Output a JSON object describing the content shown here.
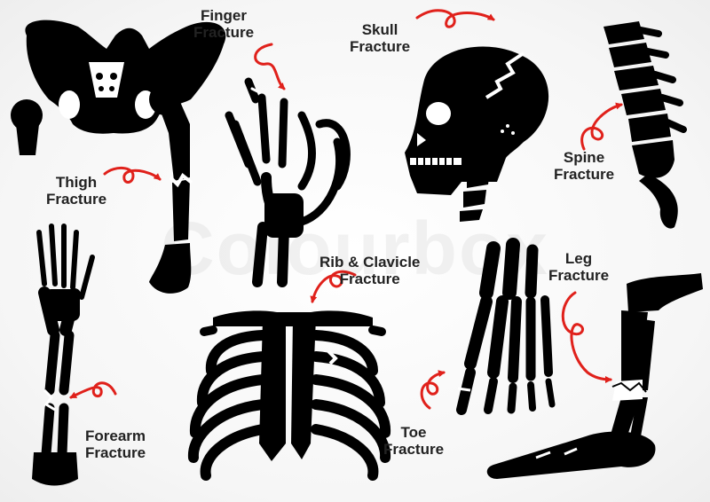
{
  "labels": {
    "finger": [
      "Finger",
      "Fracture"
    ],
    "skull": [
      "Skull",
      "Fracture"
    ],
    "thigh": [
      "Thigh",
      "Fracture"
    ],
    "spine": [
      "Spine",
      "Fracture"
    ],
    "rib": [
      "Rib & Clavicle",
      "Fracture"
    ],
    "leg": [
      "Leg",
      "Fracture"
    ],
    "forearm": [
      "Forearm",
      "Fracture"
    ],
    "toe": [
      "Toe",
      "Fracture"
    ]
  },
  "watermark": "Colourbox",
  "colors": {
    "bone": "#000000",
    "arrow": "#e0211b",
    "crack": "#ffffff",
    "text": "#222222"
  }
}
